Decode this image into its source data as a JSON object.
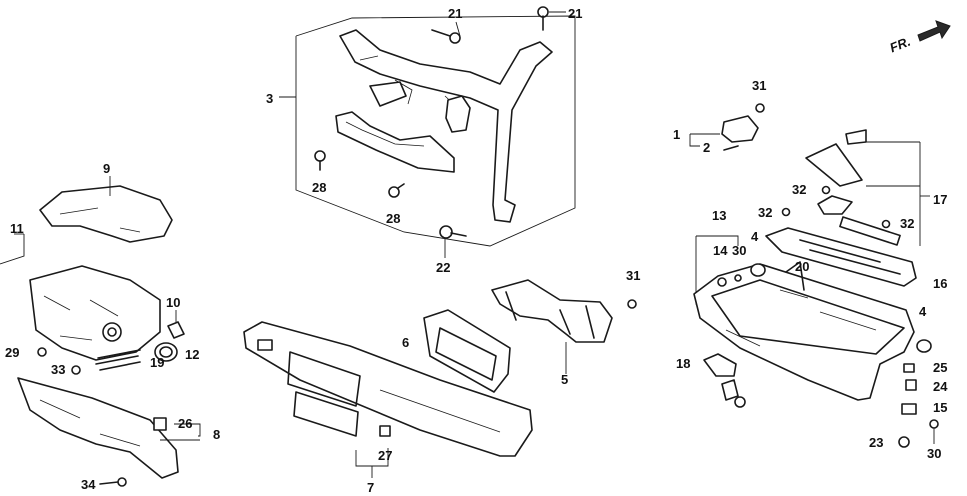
{
  "orientation_badge": {
    "label": "FR.",
    "icon": "arrow-right-icon"
  },
  "callouts": {
    "c1": "1",
    "c2": "2",
    "c3": "3",
    "c4a": "4",
    "c4b": "4",
    "c5": "5",
    "c6": "6",
    "c7": "7",
    "c8": "8",
    "c9": "9",
    "c10": "10",
    "c11": "11",
    "c12": "12",
    "c13": "13",
    "c14": "14",
    "c15": "15",
    "c16": "16",
    "c17": "17",
    "c18": "18",
    "c19": "19",
    "c20": "20",
    "c21a": "21",
    "c21b": "21",
    "c22": "22",
    "c23": "23",
    "c24": "24",
    "c25": "25",
    "c26": "26",
    "c27": "27",
    "c28a": "28",
    "c28b": "28",
    "c29": "29",
    "c30a": "30",
    "c30b": "30",
    "c31a": "31",
    "c31b": "31",
    "c32a": "32",
    "c32b": "32",
    "c32c": "32",
    "c33": "33",
    "c34": "34"
  }
}
